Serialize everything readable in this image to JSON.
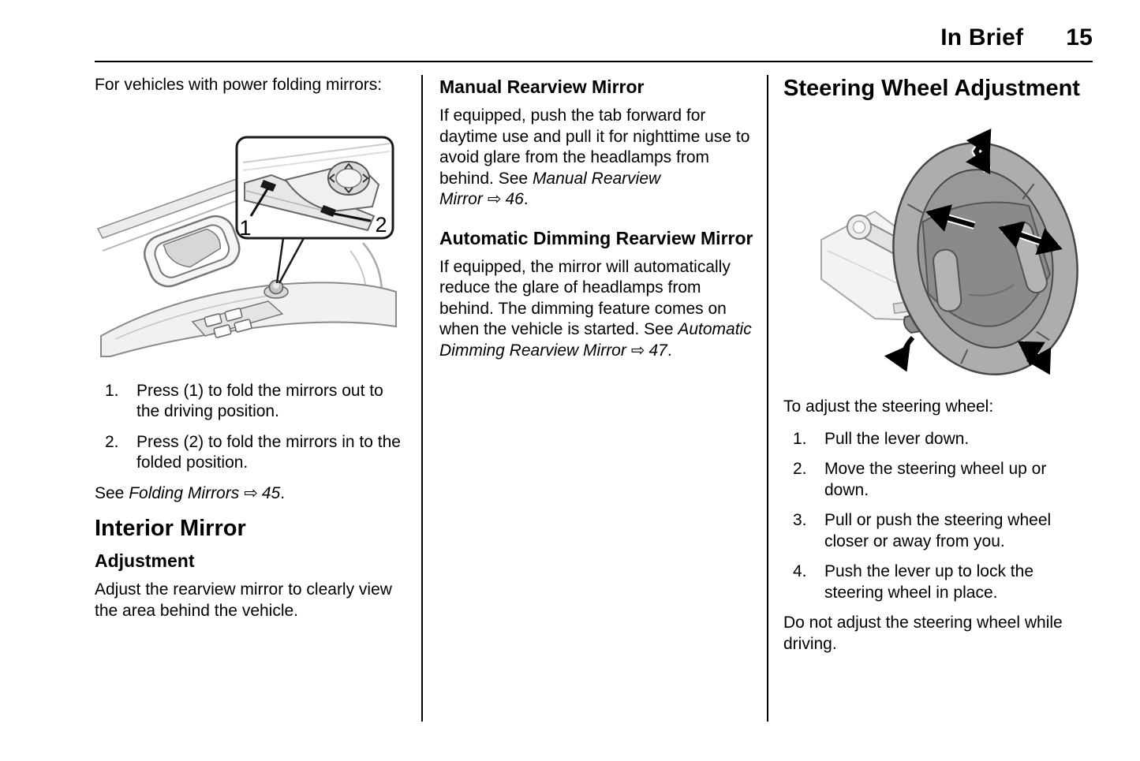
{
  "header": {
    "title": "In Brief",
    "page_number": "15"
  },
  "left": {
    "intro": "For vehicles with power folding mirrors:",
    "figure": {
      "callout_1": "1",
      "callout_2": "2"
    },
    "list": [
      {
        "num": "1.",
        "text": "Press (1) to fold the mirrors out to the driving position."
      },
      {
        "num": "2.",
        "text": "Press (2) to fold the mirrors in to the folded position."
      }
    ],
    "see": {
      "prefix": "See ",
      "ref": "Folding Mirrors",
      "arrow": "⇨",
      "page": "45",
      "suffix": "."
    },
    "h2": "Interior Mirror",
    "h3": "Adjustment",
    "para": "Adjust the rearview mirror to clearly view the area behind the vehicle."
  },
  "middle": {
    "h3_manual": "Manual Rearview Mirror",
    "p1": {
      "t1": "If equipped, push the tab forward for daytime use and pull it for nighttime use to avoid glare from the headlamps from behind. See ",
      "ref": "Manual Rearview Mirror",
      "arrow": "⇨",
      "page": "46",
      "t2": "."
    },
    "h3_auto": "Automatic Dimming Rearview Mirror",
    "p2": {
      "t1": "If equipped, the mirror will automatically reduce the glare of headlamps from behind. The dimming feature comes on when the vehicle is started. See ",
      "ref": "Automatic Dimming Rearview Mirror",
      "arrow": "⇨",
      "page": "47",
      "t2": "."
    }
  },
  "right": {
    "h2": "Steering Wheel Adjustment",
    "intro": "To adjust the steering wheel:",
    "list": [
      {
        "num": "1.",
        "text": "Pull the lever down."
      },
      {
        "num": "2.",
        "text": "Move the steering wheel up or down."
      },
      {
        "num": "3.",
        "text": "Pull or push the steering wheel closer or away from you."
      },
      {
        "num": "4.",
        "text": "Push the lever up to lock the steering wheel in place."
      }
    ],
    "warning": "Do not adjust the steering wheel while driving."
  }
}
